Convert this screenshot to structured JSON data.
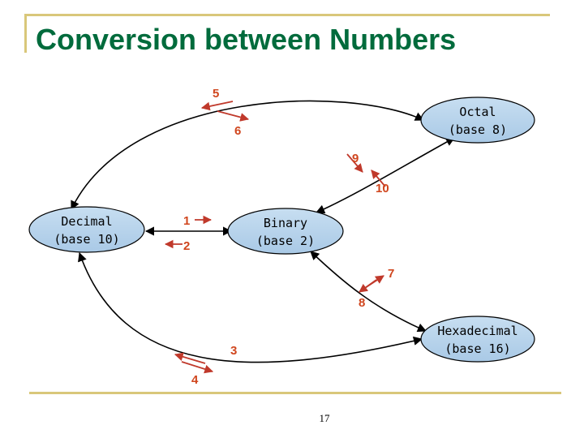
{
  "slide": {
    "title": "Conversion between Numbers",
    "page_number": "17"
  },
  "nodes": {
    "decimal": {
      "line1": "Decimal",
      "line2": "(base 10)"
    },
    "binary": {
      "line1": "Binary",
      "line2": "(base 2)"
    },
    "octal": {
      "line1": "Octal",
      "line2": "(base 8)"
    },
    "hexadecimal": {
      "line1": "Hexadecimal",
      "line2": "(base 16)"
    }
  },
  "steps": {
    "s1": "1",
    "s2": "2",
    "s3": "3",
    "s4": "4",
    "s5": "5",
    "s6": "6",
    "s7": "7",
    "s8": "8",
    "s9": "9",
    "s10": "10"
  },
  "colors": {
    "title": "#006b3c",
    "frame": "#d9c77a",
    "node_fill": "#b5d3ec",
    "step_label": "#d0461e",
    "step_arrow": "#c0392b",
    "connector": "#000000"
  }
}
